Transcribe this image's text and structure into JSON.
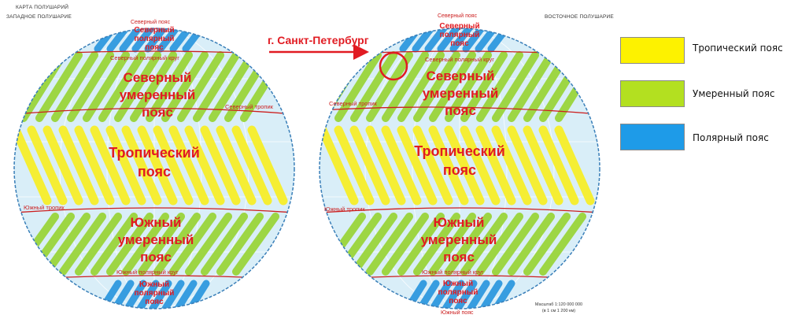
{
  "header": {
    "title": "КАРТА ПОЛУШАРИЙ",
    "west_title": "ЗАПАДНОЕ ПОЛУШАРИЕ",
    "east_title": "ВОСТОЧНОЕ ПОЛУШАРИЕ"
  },
  "colors": {
    "tropical": "#f7ee2a",
    "temperate": "#9ad43a",
    "polar": "#3a9ee0",
    "ocean": "#d9eef8",
    "annotation": "#e11b22",
    "line": "#cc1f1f"
  },
  "zones": {
    "north_polar": "Северный полярный пояс",
    "north_temperate": "Северный умеренный пояс",
    "tropical": "Тропический пояс",
    "south_temperate": "Южный умеренный пояс",
    "south_polar": "Южный полярный пояс"
  },
  "lines": {
    "north_polar_circle": "Северный полярный круг",
    "north_tropic": "Северный тропик",
    "south_tropic": "Южный тропик",
    "south_polar_circle": "Южный полярный круг",
    "north_pole_belt": "Северный пояс",
    "south_pole_belt": "Южный пояс"
  },
  "annotation": {
    "city": "г. Санкт-Петербург"
  },
  "legend": [
    {
      "label": "Тропический пояс",
      "color": "#fdf200"
    },
    {
      "label": "Умеренный пояс",
      "color": "#b3e020"
    },
    {
      "label": "Полярный пояс",
      "color": "#1e9be8"
    }
  ],
  "scale": {
    "line1": "Масштаб 1:120 000 000",
    "line2": "(в 1 см 1 200 км)"
  }
}
